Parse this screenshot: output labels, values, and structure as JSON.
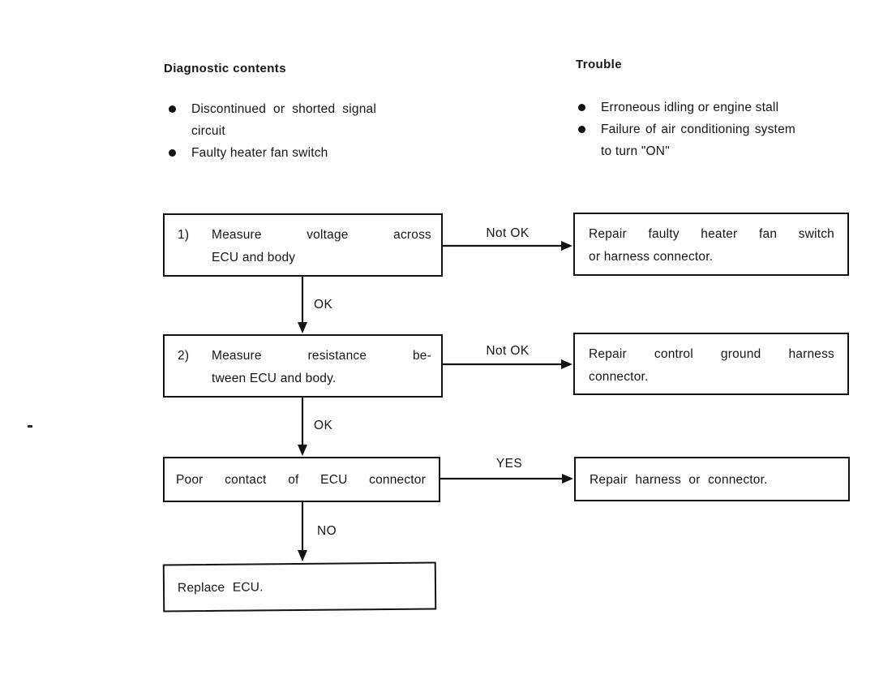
{
  "columns": {
    "diagnostic": {
      "title": "Diagnostic contents",
      "items": [
        "Discontinued or shorted signal circuit",
        "Faulty heater fan switch"
      ]
    },
    "trouble": {
      "title": "Trouble",
      "items": [
        "Erroneous idling or engine stall",
        "Failure of air conditioning system to turn \"ON\""
      ]
    }
  },
  "flow": {
    "steps": [
      {
        "number": "1)",
        "line1": "Measure voltage across",
        "line2": "ECU and body",
        "branch_label": "Not OK",
        "down_label": "OK",
        "result_line1": "Repair faulty heater fan switch",
        "result_line2": "or harness connector."
      },
      {
        "number": "2)",
        "line1": "Measure resistance be-",
        "line2": "tween ECU and body.",
        "branch_label": "Not OK",
        "down_label": "OK",
        "result_line1": "Repair control ground harness",
        "result_line2": "connector."
      },
      {
        "line1": "Poor contact of ECU connector",
        "branch_label": "YES",
        "down_label": "NO",
        "result_line1": "Repair harness or connector."
      },
      {
        "line1": "Replace ECU."
      }
    ]
  },
  "colors": {
    "ink": "#161616",
    "background": "#ffffff"
  }
}
